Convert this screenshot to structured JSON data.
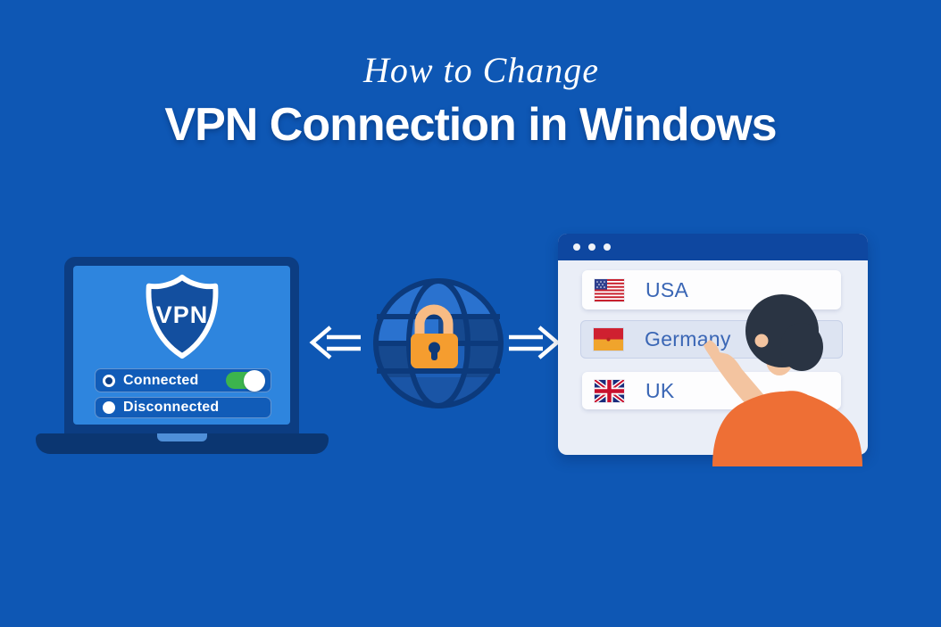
{
  "title": {
    "script_line": "How to Change",
    "main_line": "VPN Connection in Windows"
  },
  "laptop": {
    "shield_label": "VPN",
    "statuses": [
      {
        "label": "Connected",
        "state": "on"
      },
      {
        "label": "Disconnected",
        "state": "off"
      }
    ]
  },
  "connection_window": {
    "window_dots": 3,
    "countries": [
      {
        "label": "USA",
        "flag": "usa-flag",
        "selected": false
      },
      {
        "label": "Germany",
        "flag": "germany-flag",
        "selected": true
      },
      {
        "label": "UK",
        "flag": "uk-flag",
        "selected": false
      }
    ]
  },
  "icons": {
    "shield": "vpn-shield-icon",
    "globe": "globe-lock-icon",
    "left_arrow": "double-arrow-left-icon",
    "right_arrow": "double-arrow-right-icon",
    "person": "person-pointing"
  },
  "colors": {
    "background": "#0e57b4",
    "screen_blue": "#2e85de",
    "frame_navy": "#0c3d82",
    "toggle_green": "#3cb44d",
    "lock_orange": "#f59d2f",
    "shirt_orange": "#ee6f35",
    "country_label_blue": "#3a66b5",
    "titlebar_blue": "#0e47a0"
  }
}
